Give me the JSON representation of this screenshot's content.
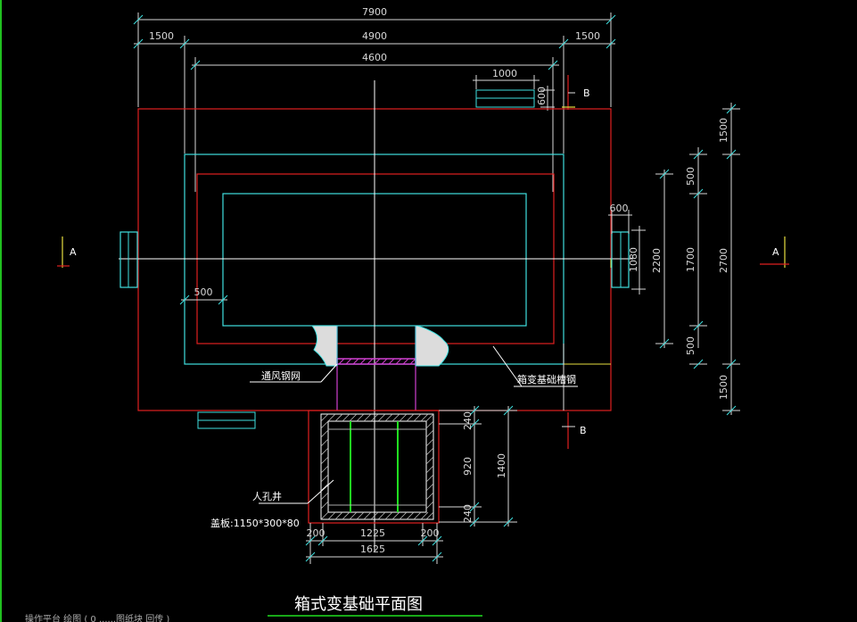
{
  "drawing": {
    "title": "箱式变基础平面图",
    "status_line": "操作平台 绘图 ( 0 ......图纸块  回传 )",
    "colors": {
      "background": "#000000",
      "outline_red": "#e02020",
      "outline_cyan": "#3fe0e0",
      "magenta": "#d040d0",
      "green": "#20e020",
      "yellow": "#e8e040",
      "white": "#ffffff"
    },
    "dimensions_top": {
      "overall": "7900",
      "left": "1500",
      "middle": "4900",
      "right": "1500",
      "inner": "4600",
      "vent_width": "1000",
      "vent_height": "600"
    },
    "dimensions_side": {
      "top": "1500",
      "a": "500",
      "b": "1700",
      "c": "500",
      "inner_total": "2200",
      "total": "2700",
      "bottom": "1500",
      "opening_width": "600",
      "opening_height": "1080"
    },
    "dimensions_left": {
      "offset": "500"
    },
    "pit_dimensions": {
      "v1": "240",
      "v2": "920",
      "v3": "240",
      "v_total": "1400",
      "h1": "200",
      "h2": "1225",
      "h3": "200",
      "h_total": "1625"
    },
    "section_marks": {
      "a_left": "A",
      "a_right": "A",
      "b_top": "B",
      "b_bottom": "B"
    },
    "annotations": {
      "vent_mesh": "通风钢网",
      "channel_steel": "箱变基础槽钢",
      "manhole": "人孔井",
      "cover": "盖板:1150*300*80"
    }
  }
}
